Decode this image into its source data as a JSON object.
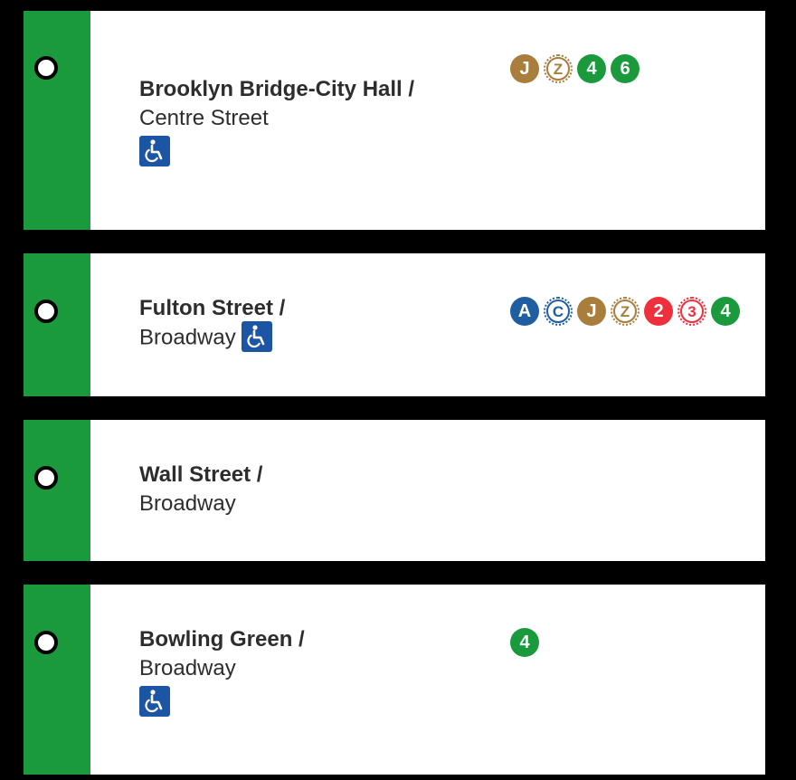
{
  "colors": {
    "line_strip": "#1a9a3d",
    "route_jz": "#a97d3b",
    "route_456": "#1a9a3d",
    "route_ac": "#1f5ea0",
    "route_23": "#ee2f3c",
    "ada": "#1d55a5"
  },
  "stations": [
    {
      "name": "Brooklyn Bridge-City Hall /",
      "street": "Centre Street",
      "accessible_icon": "wheelchair-icon",
      "routes": [
        {
          "label": "J",
          "style": "solid",
          "color": "#a97d3b"
        },
        {
          "label": "Z",
          "style": "express",
          "color": "#a97d3b"
        },
        {
          "label": "4",
          "style": "solid",
          "color": "#1a9a3d"
        },
        {
          "label": "6",
          "style": "solid",
          "color": "#1a9a3d"
        }
      ]
    },
    {
      "name": "Fulton Street /",
      "street": "Broadway",
      "accessible_icon": "wheelchair-icon",
      "routes": [
        {
          "label": "A",
          "style": "solid",
          "color": "#1f5ea0"
        },
        {
          "label": "C",
          "style": "express",
          "color": "#1f5ea0"
        },
        {
          "label": "J",
          "style": "solid",
          "color": "#a97d3b"
        },
        {
          "label": "Z",
          "style": "express",
          "color": "#a97d3b"
        },
        {
          "label": "2",
          "style": "solid",
          "color": "#ee2f3c"
        },
        {
          "label": "3",
          "style": "express",
          "color": "#ee2f3c"
        },
        {
          "label": "4",
          "style": "solid",
          "color": "#1a9a3d"
        }
      ]
    },
    {
      "name": "Wall Street /",
      "street": "Broadway",
      "accessible_icon": "",
      "routes": []
    },
    {
      "name": "Bowling Green /",
      "street": "Broadway",
      "accessible_icon": "wheelchair-icon",
      "routes": [
        {
          "label": "4",
          "style": "solid",
          "color": "#1a9a3d"
        }
      ]
    }
  ]
}
